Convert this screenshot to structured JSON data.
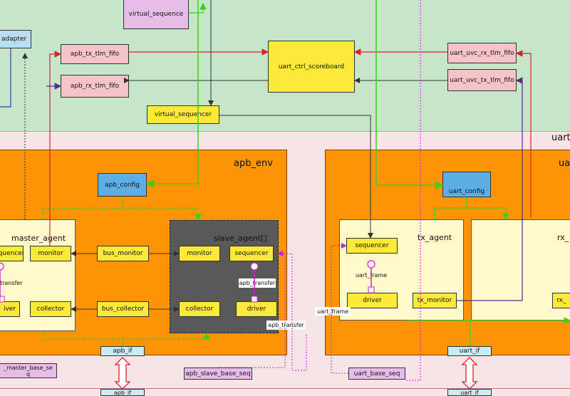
{
  "top": {
    "virtual_sequence": "virtual_sequence",
    "adapter": "adapter",
    "apb_tx_tlm_fifo": "apb_tx_tlm_fifo",
    "apb_rx_tlm_fifo": "apb_rx_tlm_fifo",
    "scoreboard": "uart_ctrl_scoreboard",
    "uart_rx_fifo": "uart_uvc_rx_tlm_fifo",
    "uart_tx_fifo": "uart_uvc_tx_tlm_fifo",
    "virtual_sequencer": "virtual_sequencer",
    "uart_env_partial": "uart"
  },
  "apb_env": {
    "title": "apb_env",
    "config": "apb_config",
    "master_agent": "master_agent",
    "master_sequencer_partial": "quencer",
    "master_monitor": "monitor",
    "master_transfer_partial": "transfer",
    "master_driver_partial": "iver",
    "master_collector": "collector",
    "bus_monitor": "bus_monitor",
    "bus_collector": "bus_collector",
    "slave_agent": "slave_agent[]",
    "slave_monitor": "monitor",
    "slave_sequencer": "sequencer",
    "slave_transfer": "apb_transfer",
    "slave_collector": "collector",
    "slave_driver": "driver",
    "transfer_out": "apb_transfer",
    "apb_if": "apb_if",
    "apb_if_bottom": "apb_if"
  },
  "uart_env": {
    "title_partial": "ua",
    "config": "uart_config",
    "tx_agent": "tx_agent",
    "tx_sequencer": "sequencer",
    "tx_frame": "uart_frame",
    "tx_driver": "driver",
    "tx_monitor": "tx_monitor",
    "frame_out": "uart_frame",
    "rx_agent_partial": "rx_",
    "rx_partial": "rx_",
    "uart_if": "uart_if",
    "uart_if_bottom": "uart_if"
  },
  "sequences": {
    "master_seq_line1": "_master_base_se",
    "master_seq_line2": "q",
    "slave_seq": "apb_slave_base_seq",
    "uart_seq": "uart_base_seq"
  }
}
